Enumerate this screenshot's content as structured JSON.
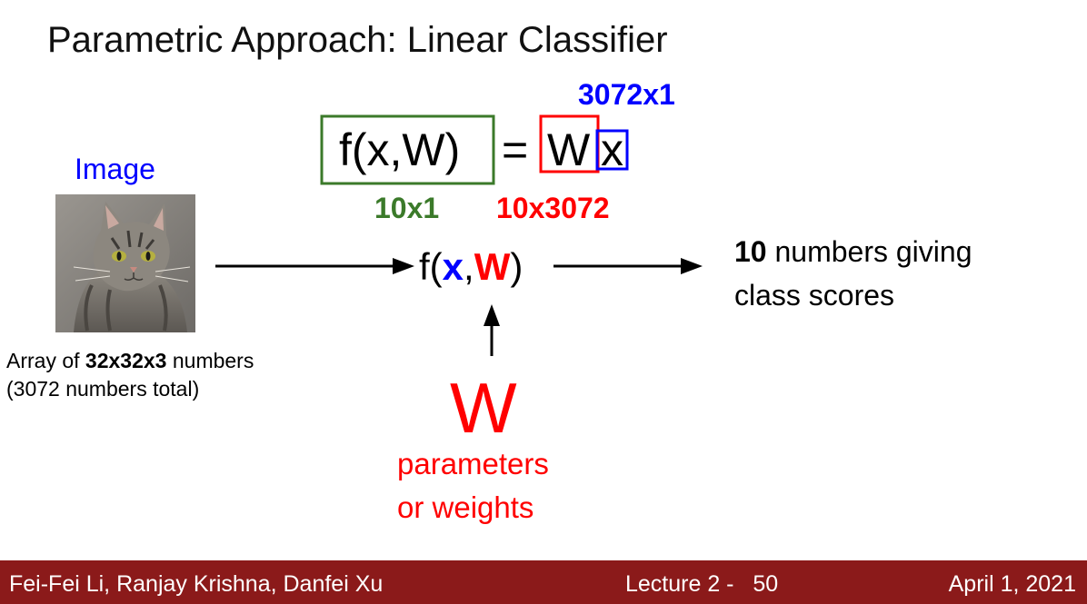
{
  "title": "Parametric Approach: Linear Classifier",
  "equation": {
    "lhs": "f(x,W)",
    "equals": "=",
    "w": "W",
    "x": "x"
  },
  "dims": {
    "x": "3072x1",
    "f": "10x1",
    "w": "10x3072"
  },
  "input": {
    "label": "Image",
    "desc_prefix": "Array of ",
    "desc_bold": "32x32x3",
    "desc_suffix": " numbers",
    "desc_line2": "(3072 numbers total)"
  },
  "function": {
    "prefix": "f(",
    "x": "x",
    "comma": ",",
    "w": "W",
    "suffix": ")"
  },
  "output": {
    "bold": "10",
    "text1": " numbers giving",
    "text2": "class scores"
  },
  "weights": {
    "symbol": "W",
    "line1": "parameters",
    "line2": "or weights"
  },
  "footer": {
    "authors": "Fei-Fei Li, Ranjay Krishna, Danfei Xu",
    "lecture": "Lecture 2 -   50",
    "date": "April 1, 2021"
  },
  "colors": {
    "blue": "#0000ff",
    "red": "#ff0000",
    "green": "#3b7a2a",
    "footer_bg": "#8b1a1a"
  }
}
